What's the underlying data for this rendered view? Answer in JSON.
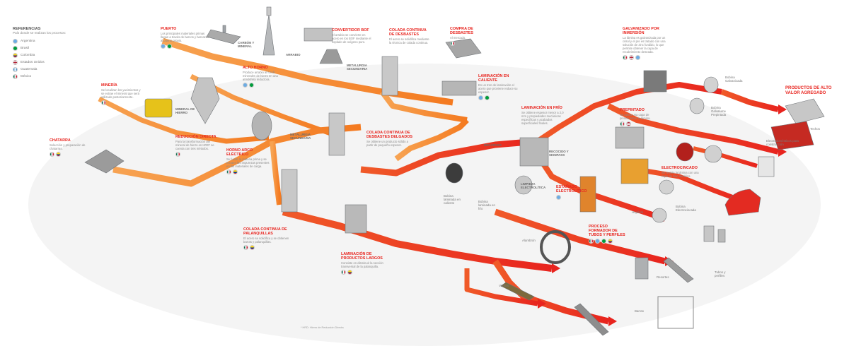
{
  "colors": {
    "flow_orange": "#f47a20",
    "flow_red": "#e8241e",
    "argentina": "#6cace4",
    "brazil": "#009c3b",
    "colombia": "#fcd116",
    "usa": "#b22234",
    "guatemala": "#4997d0",
    "mexico": "#006847"
  },
  "legend": {
    "title": "REFERENCIAS",
    "subtitle": "País donde se realizan los procesos:",
    "items": [
      {
        "label": "Argentina",
        "flag": "argentina"
      },
      {
        "label": "Brasil",
        "flag": "brazil"
      },
      {
        "label": "Colombia",
        "flag": "colombia"
      },
      {
        "label": "Estados Unidos",
        "flag": "usa"
      },
      {
        "label": "Guatemala",
        "flag": "guatemala"
      },
      {
        "label": "México",
        "flag": "mexico"
      }
    ]
  },
  "processes": {
    "puerto": {
      "title": "PUERTO",
      "desc": "Los principales materiales primas llegan a través de barcos y barcazas al puerto propio."
    },
    "alto_horno": {
      "title": "ALTO HORNO",
      "desc": "Produce arrabio al fundir minerales de hierro en una atmósfera reductora."
    },
    "convertidor": {
      "title": "CONVERTIDOR BOF",
      "desc": "El arrabio se convierte en acero en los BOF mediante el soplado de oxígeno puro."
    },
    "colada_desbastes": {
      "title": "COLADA CONTINUA DE DESBASTES",
      "desc": "El acero se solidifica mediante la técnica de colada continua."
    },
    "compra_desbastes": {
      "title": "COMPRA DE DESBASTES",
      "desc": "Al mercado."
    },
    "laminacion_caliente": {
      "title": "LAMINACIÓN EN CALIENTE",
      "desc": "En un tren de laminación el acero que proviene reduce su espesor."
    },
    "mineria": {
      "title": "MINERÍA",
      "desc": "Se localizan los yacimientos y se extrae el mineral que será utilizado posteriormente."
    },
    "reduccion": {
      "title": "REDUCCIÓN DIRECTA",
      "desc": "Para la transformación del mineral de hierro en HRD* se cuenta con tres métodos."
    },
    "horno_electrico": {
      "title": "HORNO ARCO ELÉCTRICO",
      "desc": "Se funde la materia prima y se extraen las impurezas presentes en los materiales de carga."
    },
    "colada_delgados": {
      "title": "COLADA CONTINUA DE DESBASTES DELGADOS",
      "desc": "Se obtiene un producto sólido a partir de pequeño espesor."
    },
    "laminacion_frio": {
      "title": "LAMINACIÓN EN FRÍO",
      "desc": "Se obtiene espesor menor a 2,0 mm y propiedades mecánicas específicas y acabados superficiales finales."
    },
    "chatarra": {
      "title": "CHATARRA",
      "desc": "Selección y preparación de chatarras."
    },
    "colada_palanquillas": {
      "title": "COLADA CONTINUA DE PALANQUILLAS",
      "desc": "El acero se solidifica y se obtienen barras y palanquillas."
    },
    "laminacion_largos": {
      "title": "LAMINACIÓN DE PRODUCTOS LARGOS",
      "desc": "Consiste en disminuir la sección transversal de la palanquilla."
    },
    "galvanizado": {
      "title": "GALVANIZADO POR INMERSIÓN",
      "desc": "La lámina es galvanizada por un crisol y el pre es tratado con una solución de zinc fundido, lo que permite obtener la capa de recubrimiento deseada."
    },
    "prepintado": {
      "title": "PREPINTADO",
      "desc": "Se aplica una capa de pintura sobre la lámina."
    },
    "electrocincado": {
      "title": "ELECTROCINCADO",
      "desc": "Se reviste la lámina con una capa de zinc metálico."
    },
    "estanado": {
      "title": "ESTAÑADO ELECTROLÍTICO",
      "desc": ""
    },
    "tubos_perfiles": {
      "title": "PROCESO FORMADOR DE TUBOS Y PERFILES",
      "desc": ""
    },
    "alto_valor": {
      "title": "PRODUCTOS DE ALTO VALOR AGREGADO"
    }
  },
  "labels": {
    "carbon": "CARBÓN Y MINERAL",
    "arrabio": "ARRABIO",
    "metalurgia1": "METALURGIA SECUNDARIA",
    "mineral_hierro": "MINERAL DE HIERRO",
    "metalurgia2": "METALURGIA SECUNDARIA",
    "decapado": "DECAPADO",
    "recocido": "RECOCIDO Y SKINPASS",
    "limpieza": "LIMPIEZA ELECTROLÍTICA"
  },
  "products": {
    "bobina_galvanizada": "Bobina Galvanizada",
    "bobina_galvalume": "Bobina Galvalume Prepintada",
    "techos": "Techos",
    "electro": "Electrodomésticos para construcción",
    "bobina_caliente": "Bobina laminada en caliente",
    "bobina_frio": "Bobina laminada en frío",
    "hojalata": "Hojalata",
    "bobina_electrocincada": "Bobina Electrocincada",
    "tubos": "Tubos y perfiles",
    "alambron": "Alambrón",
    "resortes": "Resortes",
    "varilla": "Varillas",
    "barras": "Barras"
  },
  "footnote": "* HRD: Hierro de Reducción Directa"
}
